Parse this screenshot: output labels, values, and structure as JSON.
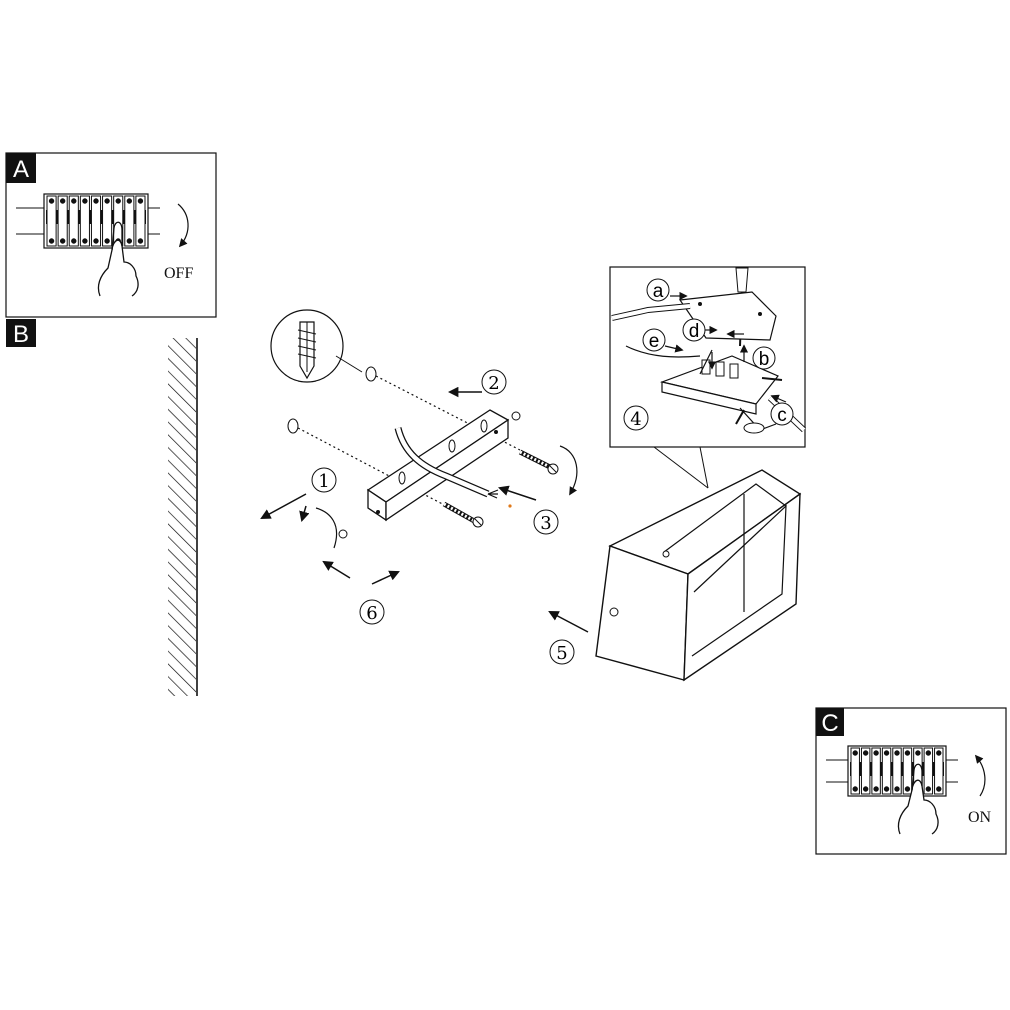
{
  "panels": {
    "a": {
      "letter": "A",
      "state_label": "OFF"
    },
    "b": {
      "letter": "B"
    },
    "c": {
      "letter": "C",
      "state_label": "ON"
    }
  },
  "steps": {
    "s1": "1",
    "s2": "2",
    "s3": "3",
    "s4": "4",
    "s5": "5",
    "s6": "6"
  },
  "wiring": {
    "a": "a",
    "b": "b",
    "c": "c",
    "d": "d",
    "e": "e"
  },
  "colors": {
    "line": "#111111",
    "accent": "#e0791a"
  }
}
